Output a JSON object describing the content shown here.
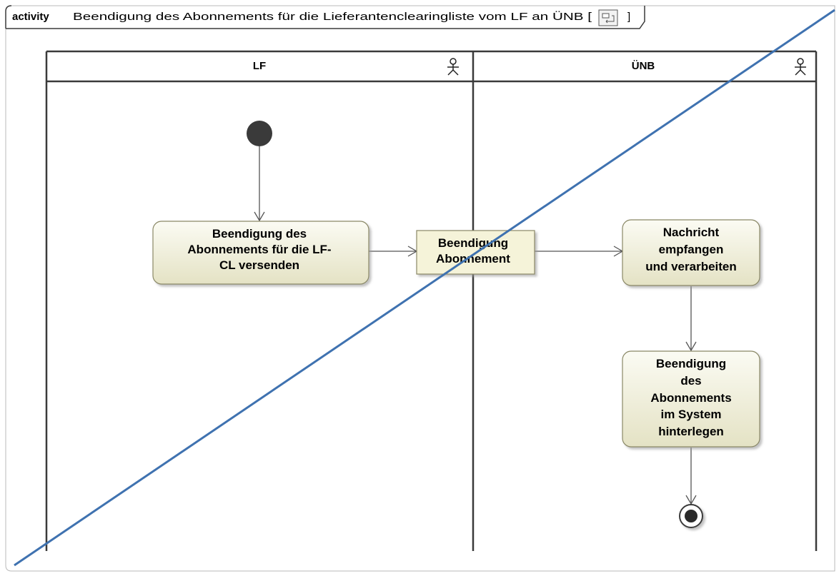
{
  "frame": {
    "keyword": "activity",
    "title": "Beendigung des Abonnements für die Lieferantenclearingliste vom LF an ÜNB [",
    "title_end": "]",
    "icon": "activity-diagram-icon"
  },
  "lanes": [
    {
      "label": "LF",
      "icon": "actor-icon"
    },
    {
      "label": "ÜNB",
      "icon": "actor-icon"
    }
  ],
  "actions": [
    {
      "id": "send",
      "lines": [
        "Beendigung des",
        "Abonnements für die LF-",
        "CL versenden"
      ]
    },
    {
      "id": "receive",
      "lines": [
        "Nachricht",
        "empfangen",
        "und verarbeiten"
      ]
    },
    {
      "id": "store",
      "lines": [
        "Beendigung",
        "des",
        "Abonnements",
        "im System",
        "hinterlegen"
      ]
    }
  ],
  "object_node": {
    "lines": [
      "Beendigung",
      "Abonnement"
    ]
  },
  "colors": {
    "action_fill_top": "#fbfbf3",
    "action_fill_bottom": "#e4e2c4",
    "action_stroke": "#8a8866",
    "object_fill": "#f5f3d9",
    "crossout_line": "#3f72b0",
    "lane_border": "#3a3a3a"
  }
}
